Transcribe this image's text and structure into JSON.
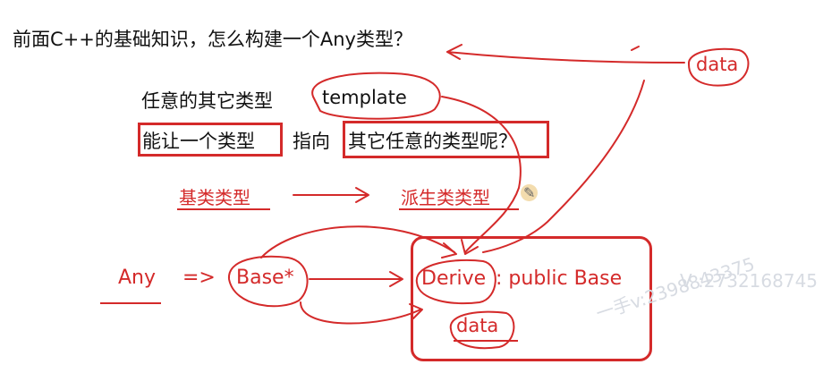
{
  "slide": {
    "question": "前面C++的基础知识，怎么构建一个Any类型？",
    "line_any_type": "任意的其它类型",
    "template_keyword": "template",
    "line_make": "能让一个类型",
    "line_point": "指向",
    "line_other": "其它任意的类型呢？",
    "base_type": "基类类型",
    "derived_type": "派生类类型",
    "any": "Any",
    "arrow_to": "=>",
    "base_ptr": "Base*",
    "derive": "Derive",
    "derive_rest": ": public Base",
    "data_inner": "data",
    "data_outer": "data"
  },
  "watermark": {
    "line1": "一手v:2398843375",
    "line2": "V :2732168745"
  },
  "colors": {
    "ink": "#d42a2a",
    "text": "#111111",
    "watermark": "#d7dbe2"
  },
  "icons": [
    "pencil-icon"
  ]
}
